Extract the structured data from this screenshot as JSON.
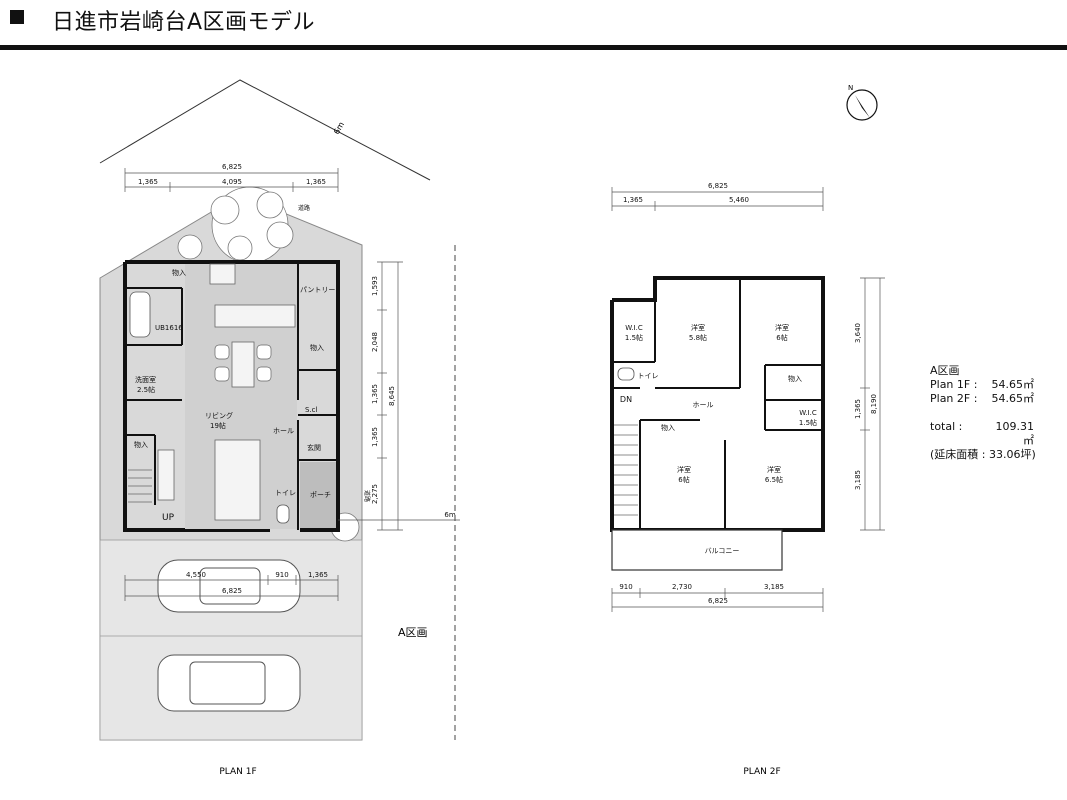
{
  "title": "日進市岩崎台A区画モデル",
  "plan1f": {
    "label": "PLAN 1F",
    "dims_top_total": "6,825",
    "dims_top": [
      "1,365",
      "4,095",
      "1,365"
    ],
    "dims_right": [
      "1,593",
      "2,048",
      "1,365",
      "1,365",
      "2,275"
    ],
    "dim_right_total": "8,645",
    "road_top": "道路",
    "road_side": "道路",
    "boundary_6m": "6m",
    "road_width": "6m",
    "rooms": {
      "storage_top": "物入",
      "pantry": "パントリー",
      "ub": "UB1616",
      "storage_mid": "物入",
      "washroom": "洗面室",
      "washroom_size": "2.5帖",
      "living": "リビング",
      "living_size": "19帖",
      "scl": "S.cl",
      "hall": "ホール",
      "entrance": "玄関",
      "storage_left": "物入",
      "toilet": "トイレ",
      "porch": "ポーチ",
      "up": "UP"
    },
    "parking_dims": [
      "4,550",
      "910",
      "1,365"
    ],
    "parking_total": "6,825",
    "lot_label": "A区画"
  },
  "plan2f": {
    "label": "PLAN 2F",
    "dims_top_total": "6,825",
    "dims_top": [
      "1,365",
      "5,460"
    ],
    "dims_right": [
      "3,640",
      "1,365",
      "3,185"
    ],
    "dim_right_total": "8,190",
    "dims_bottom": [
      "910",
      "2,730",
      "3,185"
    ],
    "dim_bottom_total": "6,825",
    "rooms": {
      "wic1": "W.I.C",
      "wic1_size": "1.5帖",
      "room1": "洋室",
      "room1_size": "5.8帖",
      "room2": "洋室",
      "room2_size": "6帖",
      "toilet": "トイレ",
      "storage1": "物入",
      "dn": "DN",
      "hall": "ホール",
      "wic2": "W.I.C",
      "wic2_size": "1.5帖",
      "storage2": "物入",
      "room3": "洋室",
      "room3_size": "6帖",
      "room4": "洋室",
      "room4_size": "6.5帖",
      "balcony": "バルコニー"
    }
  },
  "area": {
    "heading": "A区画",
    "plan1f_label": "Plan 1F :",
    "plan1f_value": "54.65㎡",
    "plan2f_label": "Plan 2F :",
    "plan2f_value": "54.65㎡",
    "total_label": "total :",
    "total_value": "109.31㎡",
    "tsubo": "(延床面積 : 33.06坪)"
  },
  "north_arrow": "N",
  "colors": {
    "wall": "#111111",
    "site": "#d9d9d9",
    "parking": "#e6e6e6",
    "line": "#555555"
  }
}
